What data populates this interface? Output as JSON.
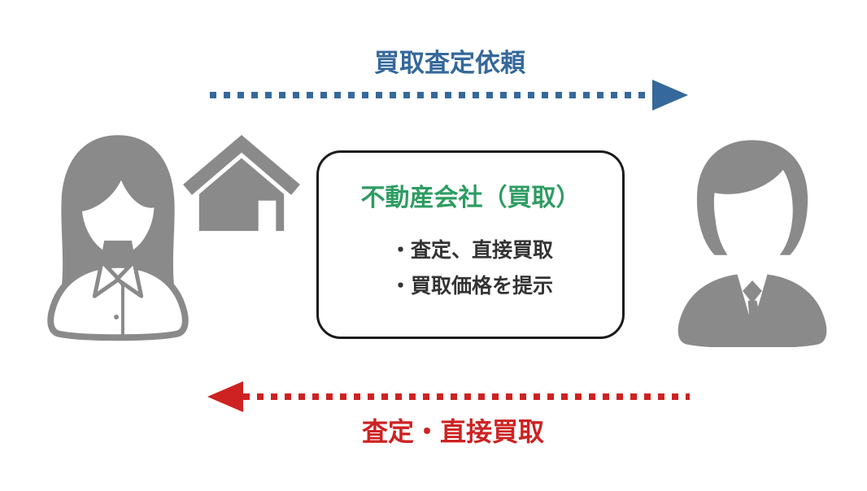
{
  "diagram": {
    "background_color": "#ffffff",
    "top_flow": {
      "label": "買取査定依頼",
      "color": "#35689B",
      "direction": "left-to-right",
      "style": "dashed-arrow"
    },
    "bottom_flow": {
      "label": "査定・直接買取",
      "color": "#CE2222",
      "direction": "right-to-left",
      "style": "dashed-arrow"
    },
    "center_box": {
      "title": "不動産会社（買取）",
      "title_color": "#2E9C62",
      "border_color": "#1B1B1B",
      "items": [
        "・査定、直接買取",
        "・買取価格を提示"
      ]
    },
    "icons": {
      "left_person": "female-seller-icon",
      "property": "house-icon",
      "right_person": "male-buyer-icon",
      "icon_color": "#8A8A8A"
    }
  }
}
